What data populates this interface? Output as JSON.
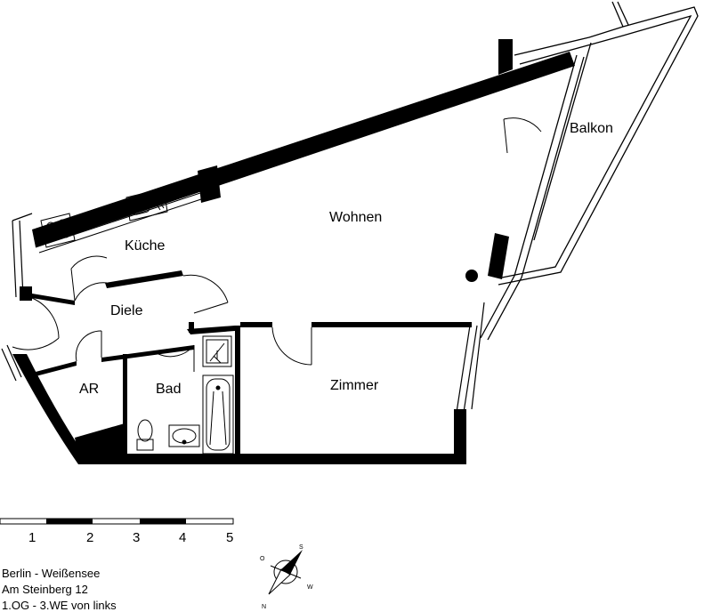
{
  "rooms": {
    "balkon": "Balkon",
    "wohnen": "Wohnen",
    "kueche": "Küche",
    "diele": "Diele",
    "ar": "AR",
    "bad": "Bad",
    "zimmer": "Zimmer"
  },
  "scale_bar": {
    "labels": [
      "1",
      "2",
      "3",
      "4",
      "5"
    ]
  },
  "compass": {
    "letters": [
      "S",
      "O",
      "N",
      "W"
    ]
  },
  "address": {
    "line1": "Berlin - Weißensee",
    "line2": "Am Steinberg 12",
    "line3": "1.OG - 3.WE von links"
  }
}
